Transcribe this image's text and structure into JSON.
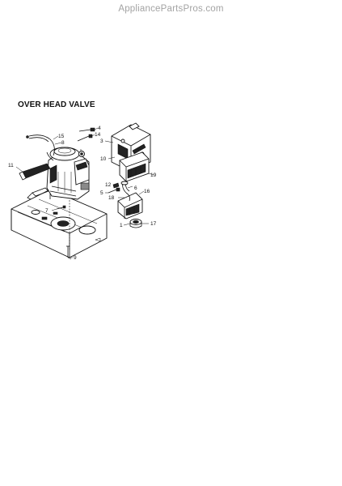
{
  "watermark": "AppliancePartsPros.com",
  "section_title": "OVER HEAD VALVE",
  "callouts": [
    "1",
    "3",
    "4",
    "5",
    "6",
    "7",
    "8",
    "9",
    "10",
    "11",
    "12",
    "14",
    "15",
    "16",
    "17",
    "18",
    "19"
  ]
}
